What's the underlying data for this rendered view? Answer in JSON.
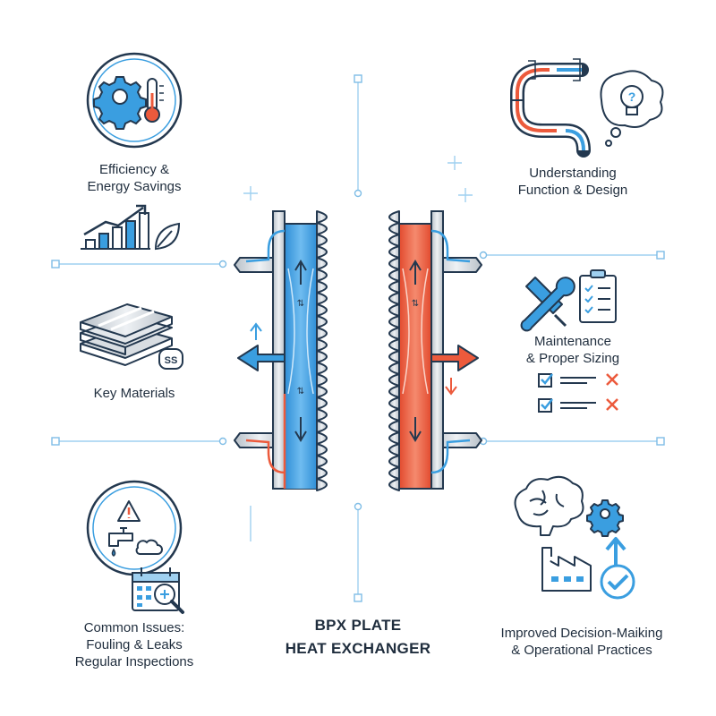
{
  "title": {
    "line1": "BPX PLATE",
    "line2": "HEAT EXCHANGER"
  },
  "features": {
    "efficiency": {
      "line1": "Efficiency &",
      "line2": "Energy Savings"
    },
    "materials": {
      "line1": "Key Materials",
      "badge": "SS"
    },
    "issues": {
      "line1": "Common Issues:",
      "line2": "Fouling & Leaks",
      "line3": "Regular Inspections"
    },
    "function": {
      "line1": "Understanding",
      "line2": "Function & Design"
    },
    "maintenance": {
      "line1": "Maintenance",
      "line2": "& Proper Sizing"
    },
    "decisions": {
      "line1": "Improved Decision-Maiking",
      "line2": "& Operational Practices"
    }
  },
  "colors": {
    "navy": "#23384f",
    "blue": "#3a9ee0",
    "light_blue": "#9fd0f0",
    "red": "#ec5a3c",
    "steel": "#c9cfd6",
    "steel_dark": "#8d969f"
  }
}
